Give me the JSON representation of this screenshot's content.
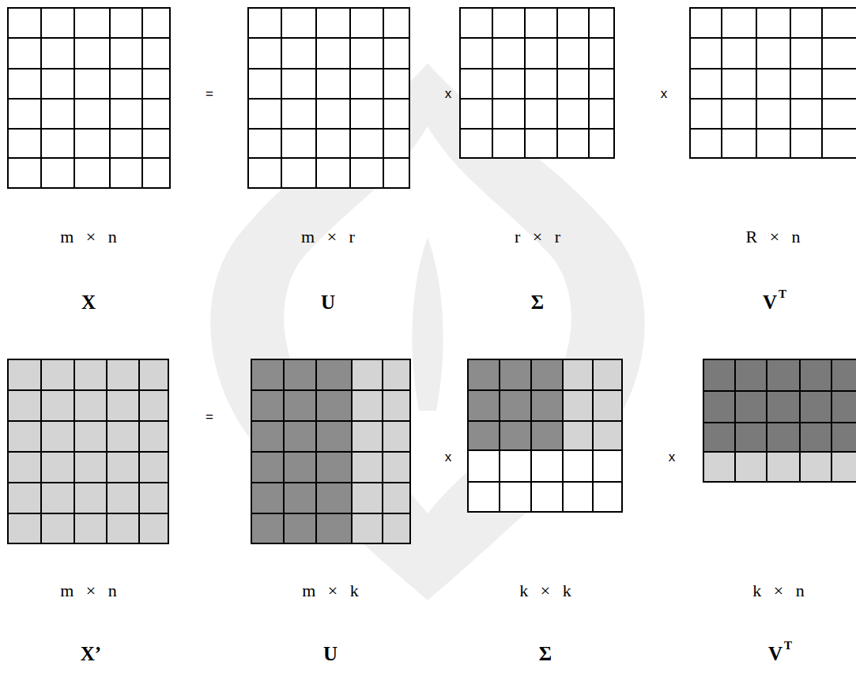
{
  "diagram": {
    "labels": [
      "=",
      "x",
      "x",
      "m × n",
      "m × r",
      "r × r",
      "R × n",
      "X",
      "U",
      "Σ",
      "V",
      "T",
      "=",
      "x",
      "x",
      "m × n",
      "m × k",
      "k × k",
      "k × n",
      "X’",
      "U",
      "Σ",
      "V",
      "T"
    ]
  }
}
